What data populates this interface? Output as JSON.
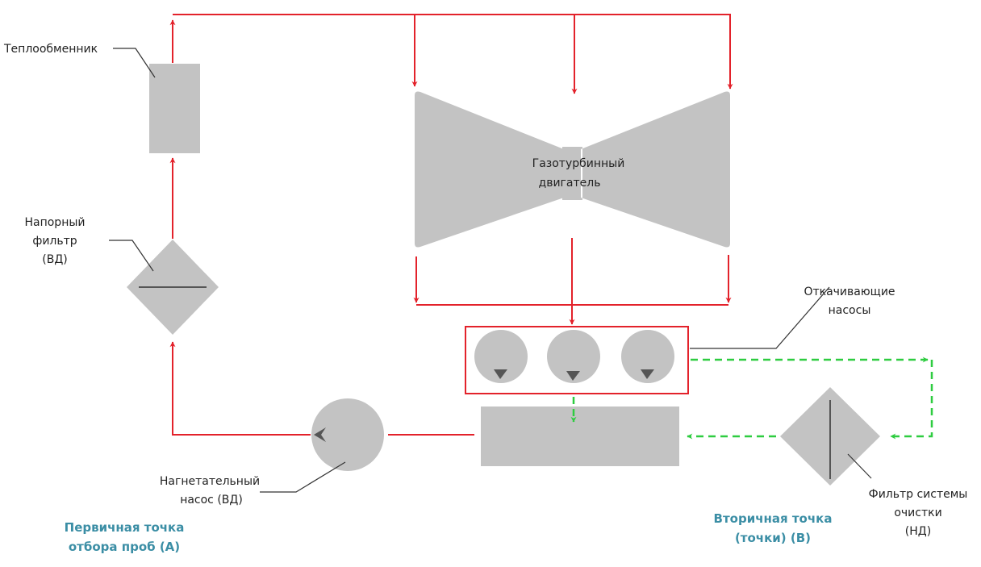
{
  "colors": {
    "component": "#c3c3c3",
    "pressure_line": "#e3222b",
    "scavenge_line": "#2ecc40",
    "leader_line": "#333333",
    "accent_text": "#3b8ea5"
  },
  "labels": {
    "heat_exchanger": [
      "Теплообменник"
    ],
    "pressure_filter": [
      "Напорный",
      "фильтр",
      "(ВД)"
    ],
    "engine": [
      "Газотурбинный",
      "двигатель"
    ],
    "scavenge_pumps": [
      "Откачивающие",
      "насосы"
    ],
    "pressure_pump": [
      "Нагнетательный",
      "насос (ВД)"
    ],
    "scavenge_filter": [
      "Фильтр системы",
      "очистки",
      "(НД)"
    ],
    "primary_point": [
      "Первичная точка",
      "отбора проб (А)"
    ],
    "secondary_point": [
      "Вторичная точка",
      "(точки) (В)"
    ]
  }
}
